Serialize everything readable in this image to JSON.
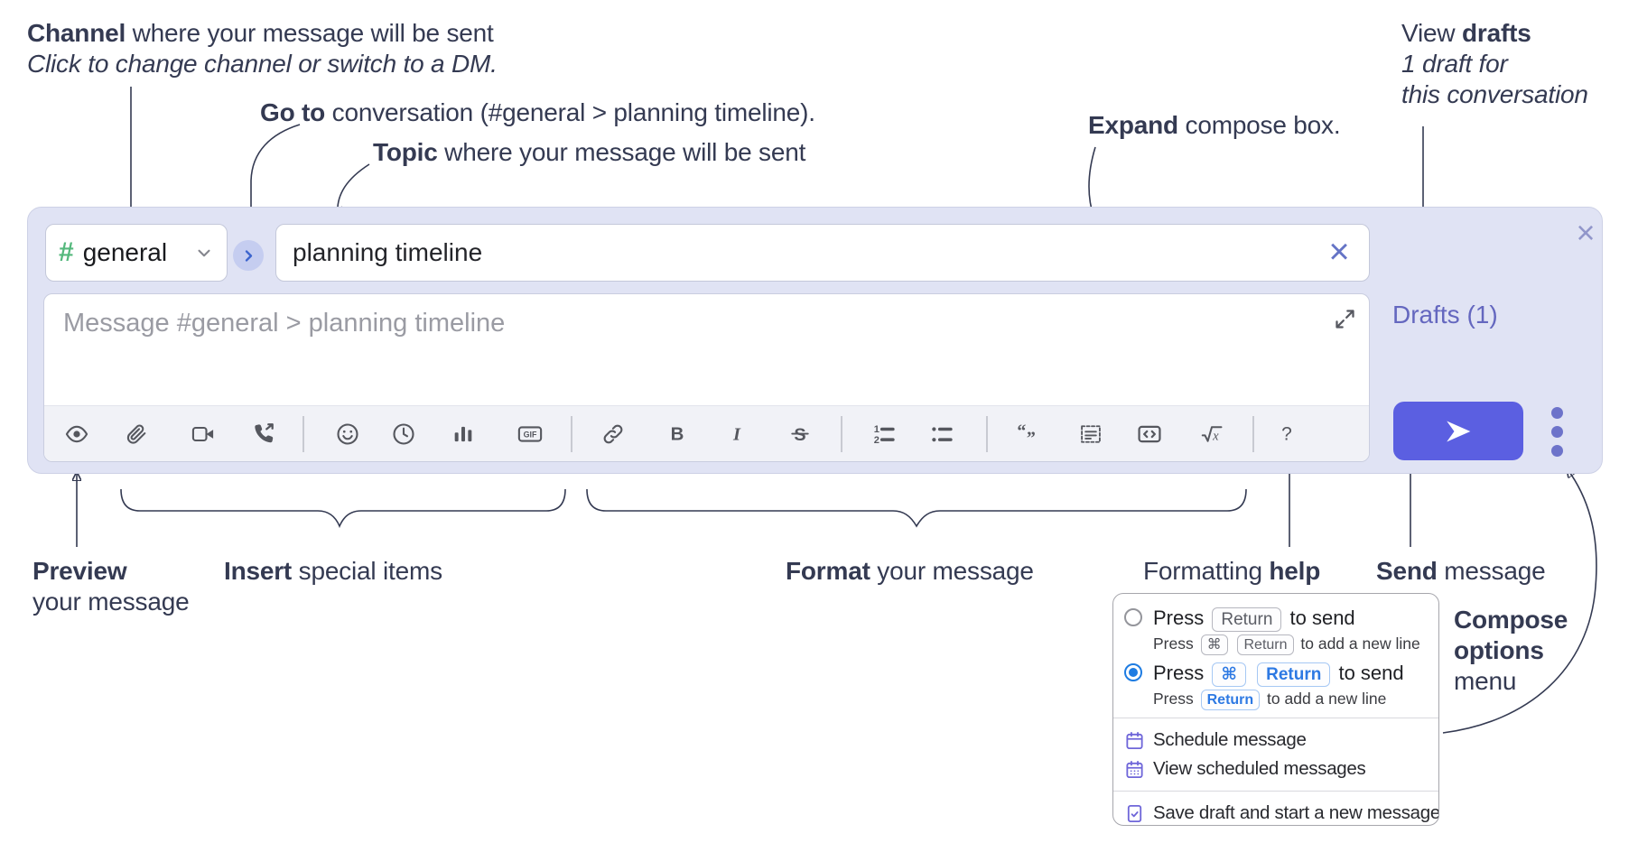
{
  "colors": {
    "ink": "#343a52",
    "compose_bg": "#e0e3f4",
    "accent_send": "#5b5fe1",
    "link_purple": "#6467bf",
    "hash_green": "#54b87c",
    "selected_blue": "#2d79e3",
    "menu_icon": "#6f66d9"
  },
  "annotations": {
    "channel": {
      "line1": [
        {
          "t": "Channel",
          "s": "b"
        },
        {
          "t": " where your message will be sent"
        }
      ],
      "line2": [
        {
          "t": "Click to change channel or switch to a DM.",
          "s": "i"
        }
      ]
    },
    "goto": [
      {
        "t": "Go to",
        "s": "b"
      },
      {
        "t": " conversation (#general > planning timeline)."
      }
    ],
    "topic": [
      {
        "t": "Topic",
        "s": "b"
      },
      {
        "t": " where your message will be sent"
      }
    ],
    "expand": [
      {
        "t": "Expand",
        "s": "b"
      },
      {
        "t": " compose box."
      }
    ],
    "drafts": {
      "line1": [
        {
          "t": "View "
        },
        {
          "t": "drafts",
          "s": "b"
        }
      ],
      "line2": [
        {
          "t": "1 draft for",
          "s": "i"
        }
      ],
      "line3": [
        {
          "t": "this conversation",
          "s": "i"
        }
      ]
    },
    "preview": {
      "line1": [
        {
          "t": "Preview",
          "s": "b"
        }
      ],
      "line2": [
        {
          "t": "your message"
        }
      ]
    },
    "insert": [
      {
        "t": "Insert",
        "s": "b"
      },
      {
        "t": " special items"
      }
    ],
    "format": [
      {
        "t": "Format",
        "s": "b"
      },
      {
        "t": " your message"
      }
    ],
    "help": [
      {
        "t": "Formatting "
      },
      {
        "t": "help",
        "s": "b"
      }
    ],
    "send": [
      {
        "t": "Send",
        "s": "b"
      },
      {
        "t": " message"
      }
    ],
    "compose_options": {
      "line1": [
        {
          "t": "Compose",
          "s": "b"
        }
      ],
      "line2": [
        {
          "t": "options",
          "s": "b"
        }
      ],
      "line3": [
        {
          "t": "menu"
        }
      ]
    }
  },
  "compose": {
    "channel_selector": {
      "hash": "#",
      "channel": "general"
    },
    "topic_input": {
      "value": "planning timeline"
    },
    "message_input": {
      "placeholder": "Message #general > planning timeline"
    },
    "drafts_link": "Drafts (1)",
    "toolbar": {
      "icons": [
        {
          "name": "preview",
          "glyph": "eye"
        },
        {
          "name": "attach-file",
          "glyph": "paperclip"
        },
        {
          "name": "video-call",
          "glyph": "video-camera"
        },
        {
          "name": "voice-call",
          "glyph": "phone-call"
        },
        {
          "name": "divider"
        },
        {
          "name": "emoji",
          "glyph": "smiley"
        },
        {
          "name": "time-mention",
          "glyph": "clock"
        },
        {
          "name": "poll",
          "glyph": "bar-chart"
        },
        {
          "name": "gif",
          "glyph": "gif"
        },
        {
          "name": "divider"
        },
        {
          "name": "link",
          "glyph": "link"
        },
        {
          "name": "bold",
          "glyph": "bold"
        },
        {
          "name": "italic",
          "glyph": "italic"
        },
        {
          "name": "strikethrough",
          "glyph": "strikethrough"
        },
        {
          "name": "divider"
        },
        {
          "name": "numbered-list",
          "glyph": "numbered-list"
        },
        {
          "name": "bulleted-list",
          "glyph": "bulleted-list"
        },
        {
          "name": "divider"
        },
        {
          "name": "quote",
          "glyph": "quote"
        },
        {
          "name": "spoiler",
          "glyph": "spoiler"
        },
        {
          "name": "code",
          "glyph": "code"
        },
        {
          "name": "math",
          "glyph": "math"
        },
        {
          "name": "divider"
        },
        {
          "name": "help",
          "glyph": "question"
        }
      ]
    }
  },
  "popup": {
    "options": [
      {
        "selected": false,
        "variant": "gray",
        "main": [
          {
            "t": "Press "
          },
          {
            "t": "Return",
            "k": true
          },
          {
            "t": " to send"
          }
        ],
        "sub": [
          {
            "t": "Press "
          },
          {
            "t": "⌘",
            "k": true
          },
          {
            "t": " "
          },
          {
            "t": "Return",
            "k": true
          },
          {
            "t": " to add a new line"
          }
        ]
      },
      {
        "selected": true,
        "variant": "blue",
        "main": [
          {
            "t": "Press "
          },
          {
            "t": "⌘",
            "k": true
          },
          {
            "t": " "
          },
          {
            "t": "Return",
            "k": true
          },
          {
            "t": " to send"
          }
        ],
        "sub": [
          {
            "t": "Press "
          },
          {
            "t": "Return",
            "k": true
          },
          {
            "t": " to add a new line"
          }
        ]
      }
    ],
    "menu_items": [
      {
        "icon": "calendar",
        "label": "Schedule message"
      },
      {
        "icon": "calendar-grid",
        "label": "View scheduled messages"
      },
      {
        "icon": "draft-doc",
        "label": "Save draft and start a new message",
        "divider_before": true
      }
    ]
  }
}
